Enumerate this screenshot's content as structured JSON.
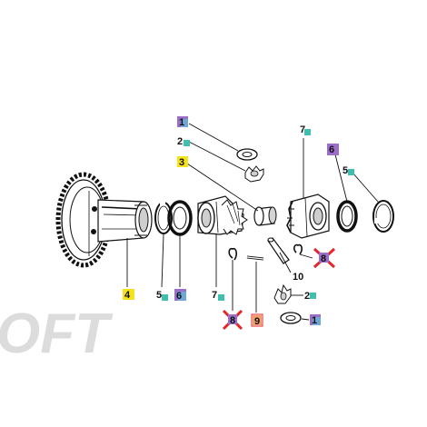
{
  "watermark": {
    "text": "OFT"
  },
  "colors": {
    "ink": "#111111",
    "metal": "#dcdcdc",
    "badge_purple": "#9b6fc9",
    "badge_blue": "#6fa8d6",
    "badge_teal": "#3fbfb0",
    "badge_yellow": "#f4e21a",
    "badge_red": "#e2262a",
    "badge_orange": "#f2a06a"
  },
  "callouts": [
    {
      "id": "c1a",
      "text": "1",
      "marker": "purple-blue"
    },
    {
      "id": "c2a",
      "text": "2",
      "marker": "teal"
    },
    {
      "id": "c3",
      "text": "3",
      "marker": "yellow"
    },
    {
      "id": "c7a",
      "text": "7",
      "marker": "teal"
    },
    {
      "id": "c6a",
      "text": "6",
      "marker": "purple"
    },
    {
      "id": "c5a",
      "text": "5",
      "marker": "teal"
    },
    {
      "id": "c4",
      "text": "4",
      "marker": "yellow"
    },
    {
      "id": "c5b",
      "text": "5",
      "marker": "teal"
    },
    {
      "id": "c6b",
      "text": "6",
      "marker": "purple-blue"
    },
    {
      "id": "c7b",
      "text": "7",
      "marker": "teal"
    },
    {
      "id": "c8a",
      "text": "8",
      "marker": "red-cross"
    },
    {
      "id": "c9",
      "text": "9",
      "marker": "orange"
    },
    {
      "id": "c10",
      "text": "10",
      "marker": "none"
    },
    {
      "id": "c8b",
      "text": "8",
      "marker": "red-cross"
    },
    {
      "id": "c2b",
      "text": "2",
      "marker": "teal"
    },
    {
      "id": "c1b",
      "text": "1",
      "marker": "purple-blue"
    }
  ]
}
